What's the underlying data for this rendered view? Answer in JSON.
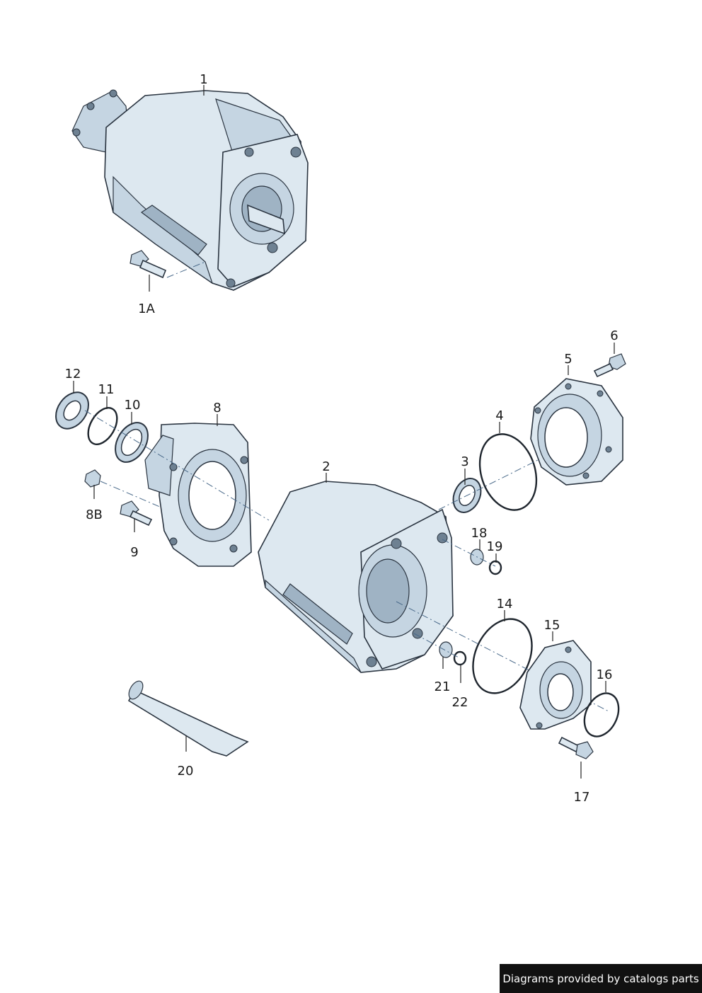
{
  "callouts": [
    {
      "id": "1",
      "label": "1"
    },
    {
      "id": "1A",
      "label": "1A"
    },
    {
      "id": "2",
      "label": "2"
    },
    {
      "id": "3",
      "label": "3"
    },
    {
      "id": "4",
      "label": "4"
    },
    {
      "id": "5",
      "label": "5"
    },
    {
      "id": "6",
      "label": "6"
    },
    {
      "id": "8",
      "label": "8"
    },
    {
      "id": "8B",
      "label": "8B"
    },
    {
      "id": "9",
      "label": "9"
    },
    {
      "id": "10",
      "label": "10"
    },
    {
      "id": "11",
      "label": "11"
    },
    {
      "id": "12",
      "label": "12"
    },
    {
      "id": "14",
      "label": "14"
    },
    {
      "id": "15",
      "label": "15"
    },
    {
      "id": "16",
      "label": "16"
    },
    {
      "id": "17",
      "label": "17"
    },
    {
      "id": "18",
      "label": "18"
    },
    {
      "id": "19",
      "label": "19"
    },
    {
      "id": "20",
      "label": "20"
    },
    {
      "id": "21",
      "label": "21"
    },
    {
      "id": "22",
      "label": "22"
    }
  ],
  "footer": {
    "text": "Diagrams provided by catalogs parts"
  },
  "colors": {
    "part_fill": "#dde8f0",
    "part_shade": "#c5d5e2",
    "outline": "#2a3440",
    "footer_bg": "#111111"
  }
}
